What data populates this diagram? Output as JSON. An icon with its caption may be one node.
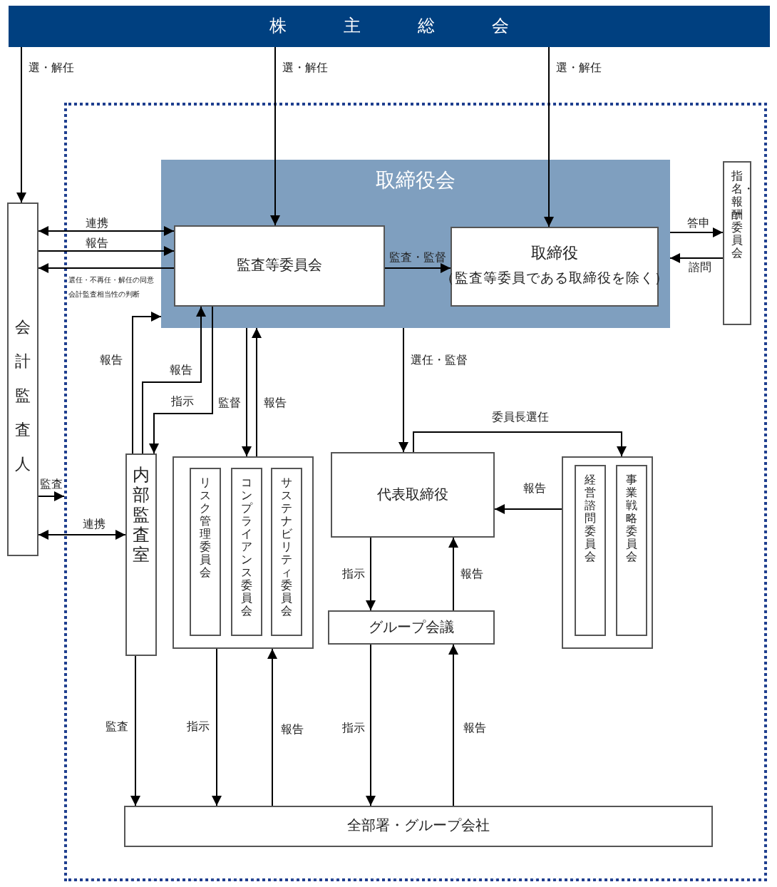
{
  "diagram": {
    "nodes": [
      {
        "text": [
          "株主総会"
        ]
      },
      {
        "text": [
          "取締役会"
        ]
      },
      {
        "text": [
          "監査等委員会"
        ],
        "in": 1
      },
      {
        "text": [
          "取締役",
          "（監査等委員である取締役を除く）"
        ],
        "in": 1
      },
      {
        "text": [
          "指名・報酬委員会"
        ]
      },
      {
        "text": [
          "会計監査人"
        ]
      },
      {
        "text": [
          "内部監査室"
        ]
      },
      {
        "text": [],
        "shape": "box"
      },
      {
        "text": [
          "リスク管理委員会"
        ],
        "in": 7
      },
      {
        "text": [
          "コンプライアンス委員会"
        ],
        "in": 7
      },
      {
        "text": [
          "サステナビリティ委員会"
        ],
        "in": 7
      },
      {
        "text": [
          "代表取締役"
        ]
      },
      {
        "text": [],
        "shape": "box"
      },
      {
        "text": [
          "経営諮問委員会"
        ],
        "in": 12
      },
      {
        "text": [
          "事業戦略委員会"
        ],
        "in": 12
      },
      {
        "text": [
          "グループ会議"
        ]
      },
      {
        "text": [
          "全部署・グループ会社"
        ]
      }
    ],
    "edges": [
      {
        "from": 0,
        "to": 5,
        "arrow": "to",
        "label": "選・解任"
      },
      {
        "from": 0,
        "to": 2,
        "arrow": "to",
        "label": "選・解任"
      },
      {
        "from": 0,
        "to": 3,
        "arrow": "to",
        "label": "選・解任"
      },
      {
        "from": 5,
        "to": 2,
        "arrow": "both",
        "label": "連携"
      },
      {
        "from": 5,
        "to": 2,
        "arrow": "to",
        "label": "報告"
      },
      {
        "from": 2,
        "to": 5,
        "arrow": "to",
        "label": "選任・不再任・解任の同意会計監査相当性の判断"
      },
      {
        "from": 2,
        "to": 3,
        "arrow": "to",
        "label": "監査・監督"
      },
      {
        "from": 1,
        "to": 4,
        "arrow": "to",
        "label": "答申"
      },
      {
        "from": 4,
        "to": 1,
        "arrow": "to",
        "label": "諮問"
      },
      {
        "from": 1,
        "to": 11,
        "arrow": "to",
        "label": "選任・監督"
      },
      {
        "from": 11,
        "to": 12,
        "arrow": "to",
        "label": "委員長選任"
      },
      {
        "from": 12,
        "to": 11,
        "arrow": "to",
        "label": "報告"
      },
      {
        "from": 11,
        "to": 15,
        "arrow": "to",
        "label": "指示"
      },
      {
        "from": 15,
        "to": 11,
        "arrow": "to",
        "label": "報告"
      },
      {
        "from": 6,
        "to": 1,
        "arrow": "to",
        "label": "報告"
      },
      {
        "from": 6,
        "to": 2,
        "arrow": "to",
        "label": "報告"
      },
      {
        "from": 2,
        "to": 6,
        "arrow": "to",
        "label": "指示"
      },
      {
        "from": 1,
        "to": 7,
        "arrow": "to",
        "label": "監督"
      },
      {
        "from": 7,
        "to": 1,
        "arrow": "to",
        "label": "報告"
      },
      {
        "from": 5,
        "to": 6,
        "arrow": "both",
        "label": "連携"
      },
      {
        "from": 5,
        "to": null,
        "arrow": "to",
        "label": "監査"
      },
      {
        "from": 6,
        "to": 16,
        "arrow": "to",
        "label": "監査"
      },
      {
        "from": 7,
        "to": 16,
        "arrow": "to",
        "label": "指示"
      },
      {
        "from": 16,
        "to": 7,
        "arrow": "to",
        "label": "報告"
      },
      {
        "from": 15,
        "to": 16,
        "arrow": "to",
        "label": "指示"
      },
      {
        "from": 16,
        "to": 15,
        "arrow": "to",
        "label": "報告"
      }
    ]
  }
}
